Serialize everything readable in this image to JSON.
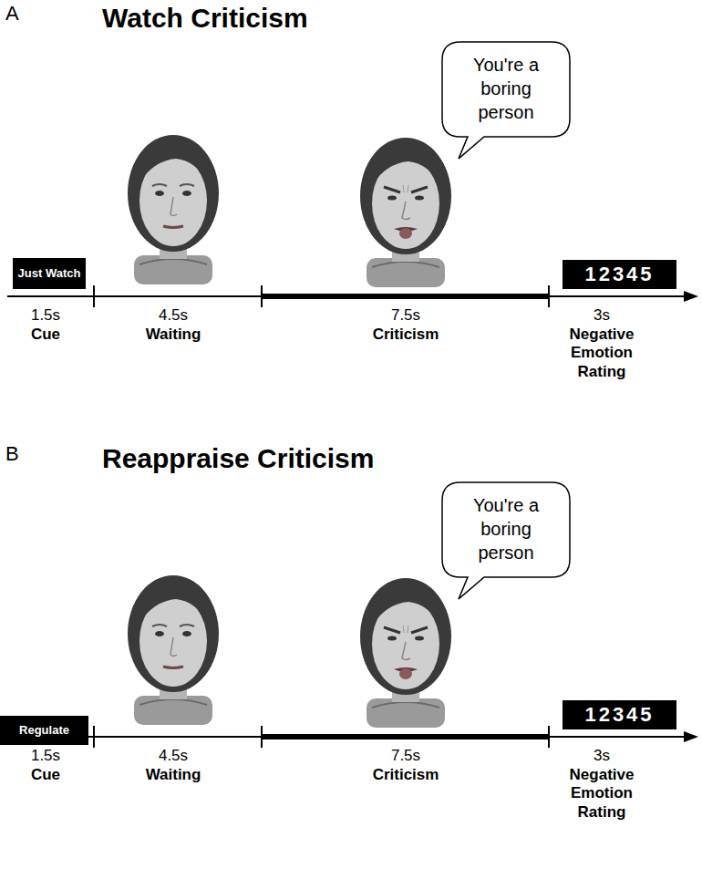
{
  "diagram": {
    "nodes": [
      {
        "text": [
          "Just Watch"
        ]
      },
      {
        "text": [
          "You're a boring person"
        ]
      },
      {
        "text": [
          "12345"
        ]
      },
      {
        "text": [
          "Regulate"
        ]
      },
      {
        "text": [
          "You're a boring person"
        ]
      },
      {
        "text": [
          "12345"
        ]
      }
    ],
    "labels": [
      "A",
      "Watch Criticism",
      "1.5s",
      "Cue",
      "4.5s",
      "Waiting",
      "7.5s",
      "Criticism",
      "3s",
      "Negative Emotion Rating",
      "B",
      "Reappraise Criticism",
      "1.5s",
      "Cue",
      "4.5s",
      "Waiting",
      "7.5s",
      "Criticism",
      "3s",
      "Negative Emotion Rating"
    ]
  }
}
